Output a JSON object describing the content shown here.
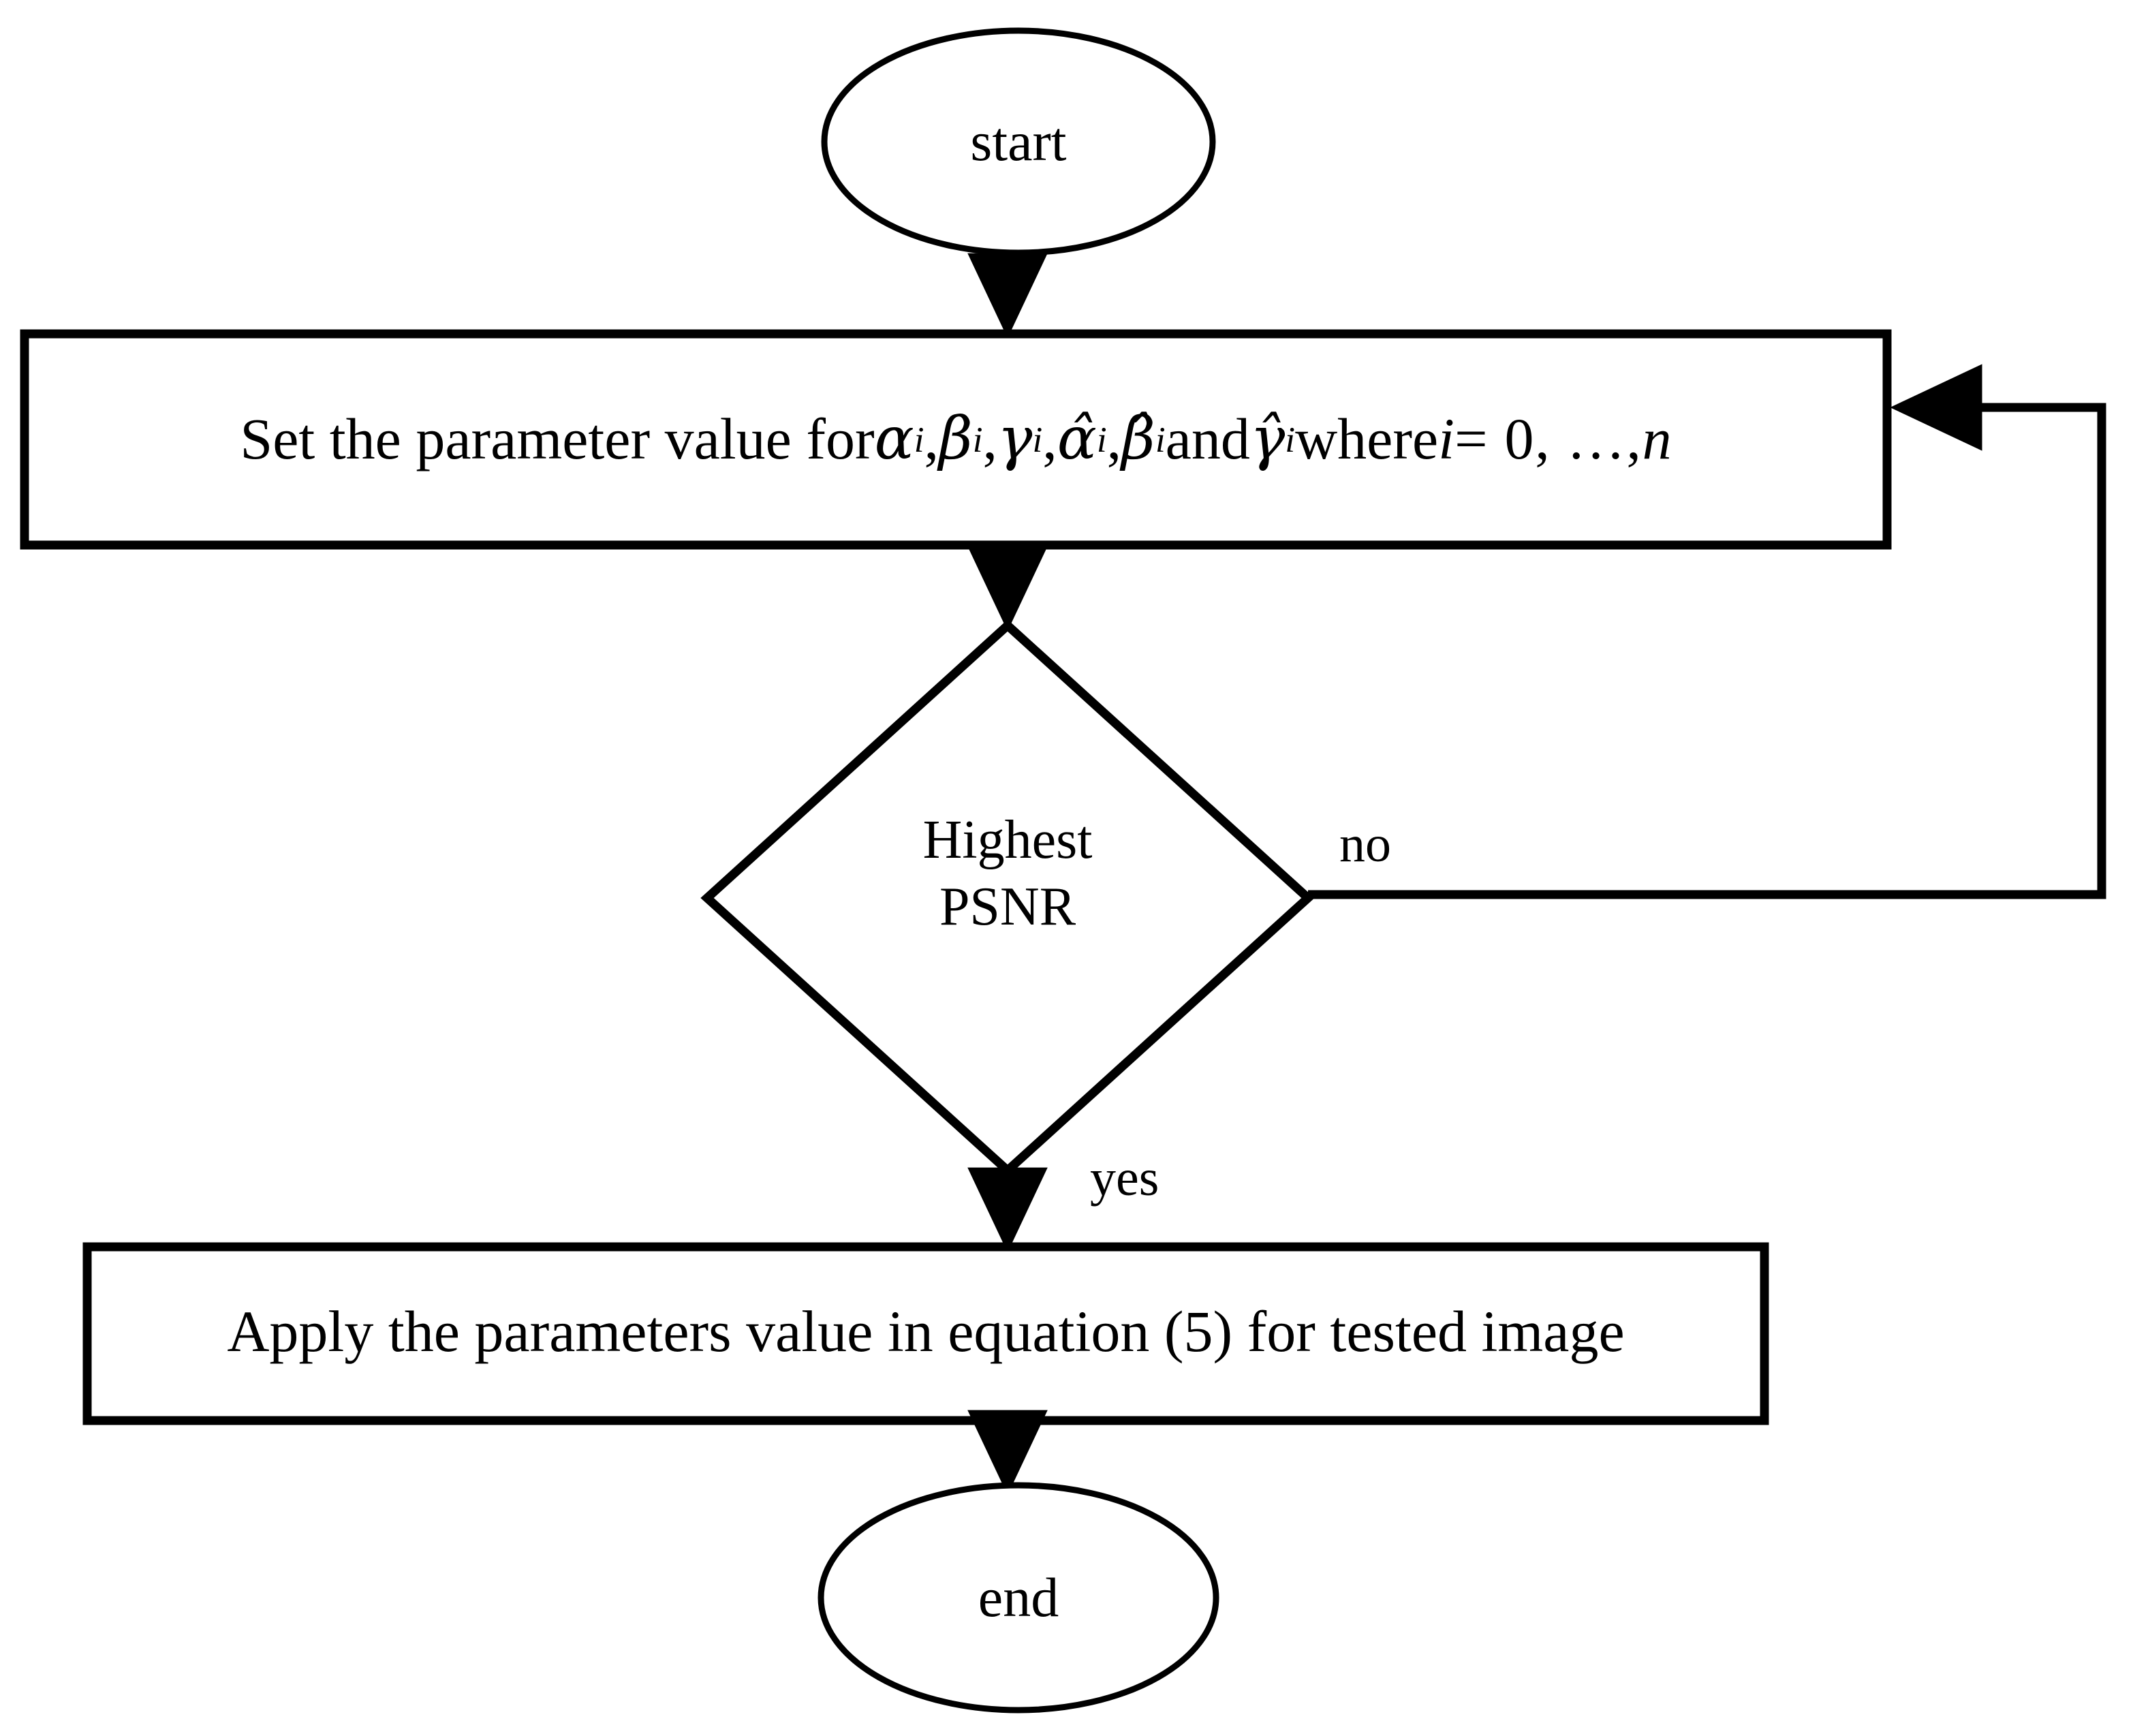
{
  "diagram": {
    "type": "flowchart",
    "title": "Parameter tuning flowchart",
    "background_color": "#ffffff",
    "line_color": "#000000",
    "text_color": "#000000"
  },
  "nodes": {
    "start": {
      "shape": "ellipse",
      "label": "start"
    },
    "set_parameters": {
      "shape": "process",
      "label_plain": "Set the parameter value for αi, βi, γi, α̂i, β̂i and γ̂i where i = 0, …, n",
      "label_prefix": "Set the parameter value for ",
      "label_middle": " and ",
      "label_where": " where ",
      "label_suffix": " = 0, …, ",
      "symbols": {
        "alpha": "α",
        "beta": "β",
        "gamma": "γ",
        "alpha_hat": "α",
        "beta_hat": "β",
        "gamma_hat": "γ",
        "hat": "̂",
        "index": "i",
        "n": "n",
        "comma": ", "
      }
    },
    "decision": {
      "shape": "diamond",
      "label_line1": "Highest",
      "label_line2": "PSNR"
    },
    "apply_parameters": {
      "shape": "process",
      "label": "Apply the parameters value in equation (5) for tested image"
    },
    "end": {
      "shape": "ellipse",
      "label": "end"
    }
  },
  "edges": {
    "start_to_set": {
      "label": ""
    },
    "set_to_decision": {
      "label": ""
    },
    "decision_no": {
      "label": "no",
      "target": "set_parameters"
    },
    "decision_yes": {
      "label": "yes",
      "target": "apply_parameters"
    },
    "apply_to_end": {
      "label": ""
    }
  }
}
